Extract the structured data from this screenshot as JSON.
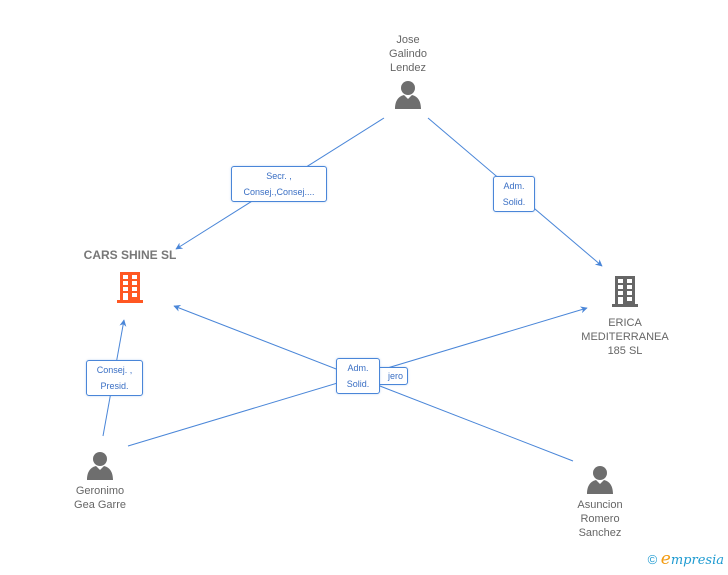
{
  "nodes": {
    "jose": {
      "name": "Jose\nGalindo\nLendez",
      "type": "person"
    },
    "cars_shine": {
      "name": "CARS SHINE SL",
      "type": "company",
      "color": "#ff5722"
    },
    "erica": {
      "name": "ERICA\nMEDITERRANEA\n185  SL",
      "type": "company",
      "color": "#666666"
    },
    "geronimo": {
      "name": "Geronimo\nGea Garre",
      "type": "person"
    },
    "asuncion": {
      "name": "Asuncion\nRomero\nSanchez",
      "type": "person"
    }
  },
  "edges": [
    {
      "from": "jose",
      "to": "cars_shine",
      "label": "Secr. ,\nConsej.,Consej...."
    },
    {
      "from": "jose",
      "to": "erica",
      "label": "Adm.\nSolid."
    },
    {
      "from": "geronimo",
      "to": "cars_shine",
      "label": "Consej. ,\nPresid."
    },
    {
      "from": "geronimo",
      "to": "erica",
      "label": "Adm.\nSolid."
    },
    {
      "from": "asuncion",
      "to": "cars_shine",
      "label": "...jero"
    }
  ],
  "labels": {
    "jose_cars": [
      "Secr. ,",
      "Consej.,Consej...."
    ],
    "jose_erica": [
      "Adm.",
      "Solid."
    ],
    "geronimo_cars": [
      "Consej. ,",
      "Presid."
    ],
    "geronimo_erica": [
      "Adm.",
      "Solid."
    ],
    "asuncion_cars": [
      "jero"
    ]
  },
  "colors": {
    "edge": "#4a86d8",
    "person_icon": "#6e6e6e",
    "company_main": "#ff5722",
    "company_other": "#666666"
  },
  "footer": {
    "copyright": "©",
    "brand": "mpresia",
    "brand_initial": "e"
  }
}
